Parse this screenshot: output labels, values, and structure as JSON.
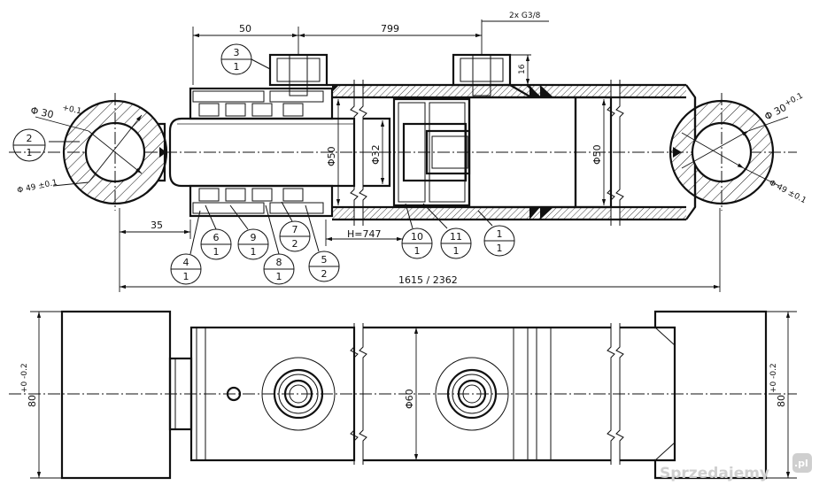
{
  "drawing": {
    "dims": {
      "d50_top": "50",
      "d799": "799",
      "port": "2x G3/8",
      "d16": "16",
      "phi30_left": "Φ 30",
      "phi30_left_tol": "+0.1",
      "phi49_left": "Φ 49 ±0.1",
      "phi30_right": "Φ 30",
      "phi30_right_tol": "+0.1",
      "phi49_right": "Φ 49 ±0.1",
      "phi50_rod_zone": "Φ50",
      "phi32": "Φ32",
      "phi50_bore": "Φ50",
      "d35": "35",
      "stroke": "H=747",
      "overall": "1615 / 2362",
      "phi60_barrel": "Φ60",
      "d80_left": "80",
      "d80_left_tol": "+0 -0.2",
      "d80_right": "80",
      "d80_right_tol": "+0 -0.2"
    },
    "balloons": [
      {
        "num": "3",
        "qty": "1"
      },
      {
        "num": "2",
        "qty": "1"
      },
      {
        "num": "6",
        "qty": "1"
      },
      {
        "num": "9",
        "qty": "1"
      },
      {
        "num": "7",
        "qty": "2"
      },
      {
        "num": "4",
        "qty": "1"
      },
      {
        "num": "8",
        "qty": "1"
      },
      {
        "num": "5",
        "qty": "2"
      },
      {
        "num": "10",
        "qty": "1"
      },
      {
        "num": "11",
        "qty": "1"
      },
      {
        "num": "1",
        "qty": "1"
      }
    ],
    "watermark": "Sprzedajemy",
    "watermark_tld": ".pl"
  }
}
